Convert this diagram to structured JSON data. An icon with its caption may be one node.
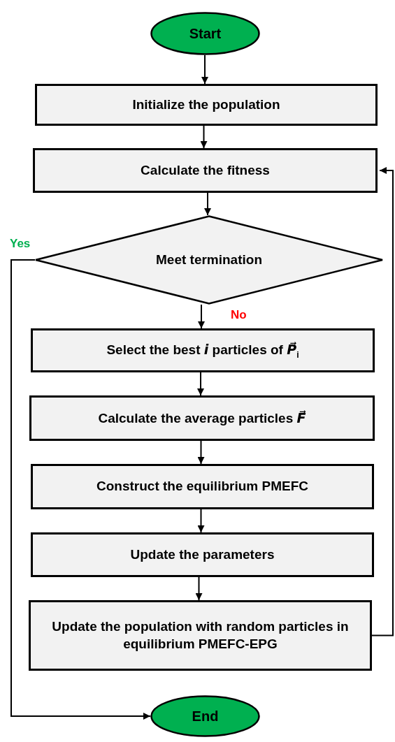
{
  "diagram": {
    "nodes": [
      {
        "text": [
          "Start"
        ]
      },
      {
        "text": [
          "Initialize the population"
        ]
      },
      {
        "text": [
          "Calculate the fitness"
        ]
      },
      {
        "text": [
          "Meet termination"
        ]
      },
      {
        "text": [
          "Select the best *i* particles of *P⃗*$_{i}$"
        ]
      },
      {
        "text": [
          "Calculate the average particles *F⃗*"
        ]
      },
      {
        "text": [
          "Construct the equilibrium PMEFC"
        ]
      },
      {
        "text": [
          "Update the parameters"
        ]
      },
      {
        "text": [
          "Update the population with random particles in equilibrium PMEFC-EPG"
        ]
      },
      {
        "text": [
          "End"
        ]
      }
    ],
    "edges": [
      {
        "from": 0,
        "to": 1,
        "arrow": "to"
      },
      {
        "from": 1,
        "to": 2,
        "arrow": "to"
      },
      {
        "from": 2,
        "to": 3,
        "arrow": "to"
      },
      {
        "from": 3,
        "to": 4,
        "arrow": "to",
        "label": "No"
      },
      {
        "from": 4,
        "to": 5,
        "arrow": "to"
      },
      {
        "from": 5,
        "to": 6,
        "arrow": "to"
      },
      {
        "from": 6,
        "to": 7,
        "arrow": "to"
      },
      {
        "from": 7,
        "to": 8,
        "arrow": "to"
      },
      {
        "from": 8,
        "to": 2,
        "arrow": "to"
      },
      {
        "from": 3,
        "to": 9,
        "arrow": "to",
        "label": "Yes"
      }
    ]
  }
}
